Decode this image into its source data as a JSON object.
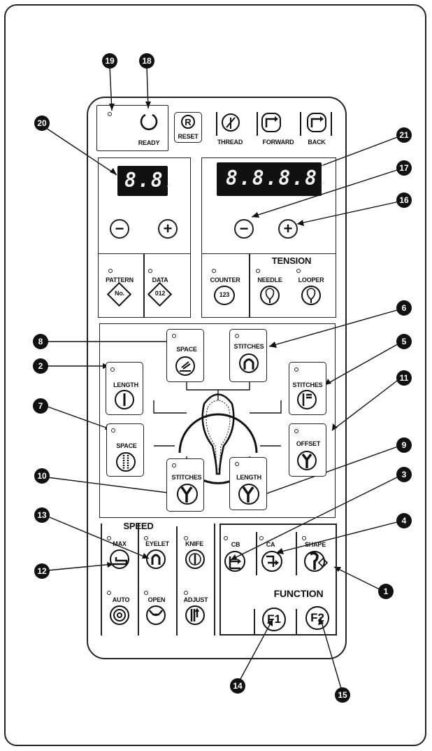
{
  "top_row": {
    "ready": "READY",
    "reset_icon": "R",
    "reset": "RESET",
    "thread": "THREAD",
    "forward": "FORWARD",
    "back": "BACK"
  },
  "left_display": {
    "digits": "8.8."
  },
  "right_display": {
    "digits": "8.8.8.8."
  },
  "minus": "−",
  "plus": "+",
  "mid_row": {
    "pattern": "PATTERN",
    "pattern_icon": "No.",
    "data": "DATA",
    "data_icon": "012",
    "counter": "COUNTER",
    "counter_icon": "123",
    "tension": "TENSION",
    "needle": "NEEDLE",
    "looper": "LOOPER"
  },
  "stitch_block": {
    "space_top": "SPACE",
    "stitches_top": "STITCHES",
    "length_left": "LENGTH",
    "stitches_right": "STITCHES",
    "space_left": "SPACE",
    "offset": "OFFSET",
    "stitches_bottom": "STITCHES",
    "length_bottom": "LENGTH"
  },
  "speed_block": {
    "title": "SPEED",
    "max": "MAX",
    "eyelet": "EYELET",
    "knife": "KNIFE",
    "auto": "AUTO",
    "open": "OPEN",
    "adjust": "ADJUST"
  },
  "function_block": {
    "cb": "CB",
    "ca": "CA",
    "shape": "SHAPE",
    "title": "FUNCTION",
    "f1": "F1",
    "f2": "F2"
  },
  "callouts": {
    "c1": "1",
    "c2": "2",
    "c3": "3",
    "c4": "4",
    "c5": "5",
    "c6": "6",
    "c7": "7",
    "c8": "8",
    "c9": "9",
    "c10": "10",
    "c11": "11",
    "c12": "12",
    "c13": "13",
    "c14": "14",
    "c15": "15",
    "c16": "16",
    "c17": "17",
    "c18": "18",
    "c19": "19",
    "c20": "20",
    "c21": "21"
  }
}
